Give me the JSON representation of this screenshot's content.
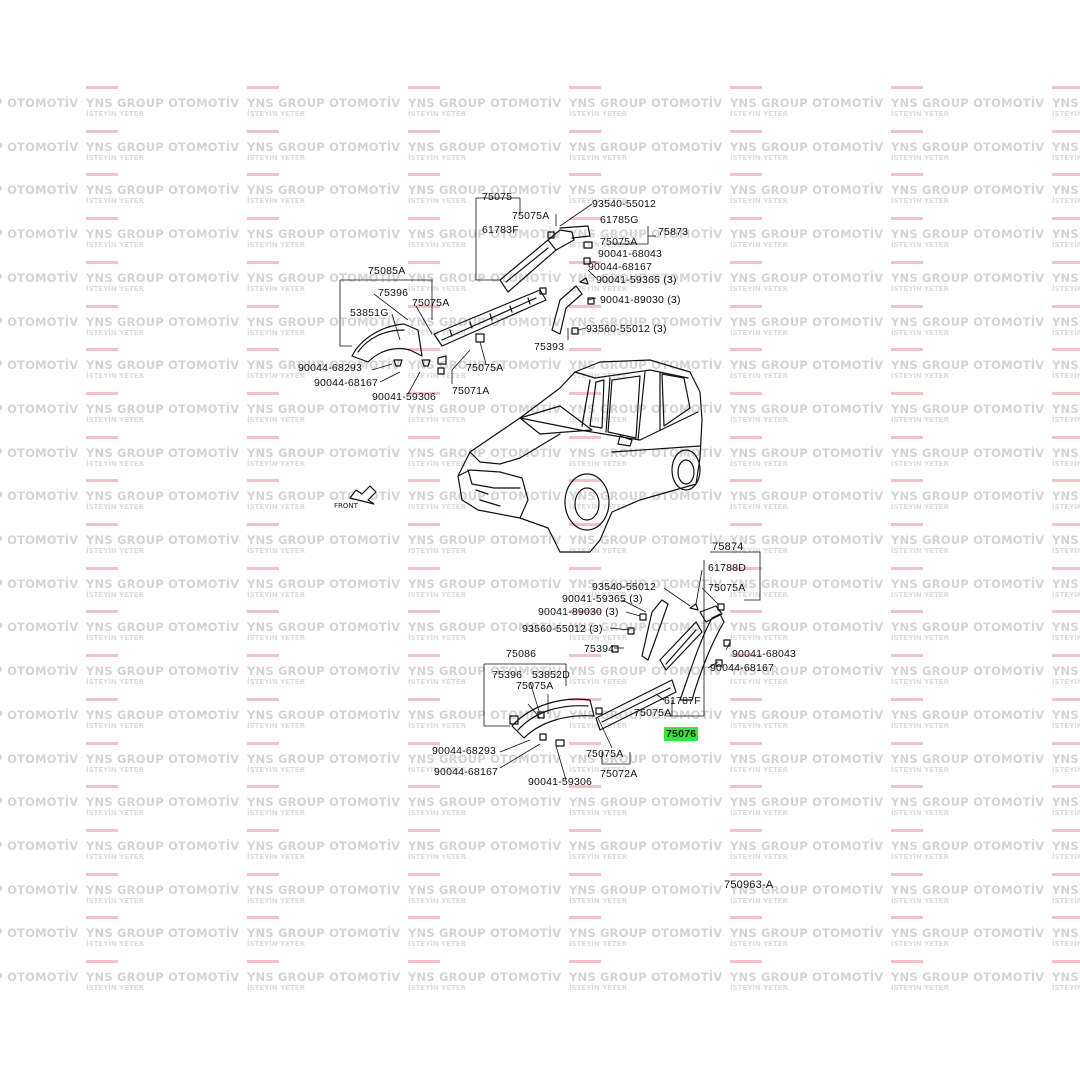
{
  "watermark": {
    "title": "YNS GROUP OTOMOTİV",
    "subtitle": "İSTEYİN YETER"
  },
  "front_label": "FRONT",
  "figure_code": "750963-A",
  "callouts": [
    {
      "id": "c1",
      "text": "75075"
    },
    {
      "id": "c2",
      "text": "75075A"
    },
    {
      "id": "c3",
      "text": "61783F"
    },
    {
      "id": "c4",
      "text": "93540-55012"
    },
    {
      "id": "c5",
      "text": "61785G"
    },
    {
      "id": "c6",
      "text": "75075A"
    },
    {
      "id": "c7",
      "text": "75873"
    },
    {
      "id": "c8",
      "text": "90041-68043"
    },
    {
      "id": "c9",
      "text": "90044-68167"
    },
    {
      "id": "c10",
      "text": "90041-59365 (3)"
    },
    {
      "id": "c11",
      "text": "90041-89030 (3)"
    },
    {
      "id": "c12",
      "text": "93560-55012 (3)"
    },
    {
      "id": "c13",
      "text": "75393"
    },
    {
      "id": "c14",
      "text": "75085A"
    },
    {
      "id": "c15",
      "text": "75396"
    },
    {
      "id": "c16",
      "text": "75075A"
    },
    {
      "id": "c17",
      "text": "53851G"
    },
    {
      "id": "c18",
      "text": "75075A"
    },
    {
      "id": "c19",
      "text": "90044-68293"
    },
    {
      "id": "c20",
      "text": "90044-68167"
    },
    {
      "id": "c21",
      "text": "75071A"
    },
    {
      "id": "c22",
      "text": "90041-59306"
    },
    {
      "id": "c23",
      "text": "75874"
    },
    {
      "id": "c24",
      "text": "61788D"
    },
    {
      "id": "c25",
      "text": "75075A"
    },
    {
      "id": "c26",
      "text": "93540-55012"
    },
    {
      "id": "c27",
      "text": "90041-59365 (3)"
    },
    {
      "id": "c28",
      "text": "90041-89030 (3)"
    },
    {
      "id": "c29",
      "text": "93560-55012 (3)"
    },
    {
      "id": "c30",
      "text": "75394"
    },
    {
      "id": "c31",
      "text": "90041-68043"
    },
    {
      "id": "c32",
      "text": "90044-68167"
    },
    {
      "id": "c33",
      "text": "75086"
    },
    {
      "id": "c34",
      "text": "75396"
    },
    {
      "id": "c35",
      "text": "53852D"
    },
    {
      "id": "c36",
      "text": "75075A"
    },
    {
      "id": "c37",
      "text": "61787F"
    },
    {
      "id": "c38",
      "text": "75075A"
    },
    {
      "id": "c39",
      "text": "75076"
    },
    {
      "id": "c40",
      "text": "90044-68293"
    },
    {
      "id": "c41",
      "text": "90044-68167"
    },
    {
      "id": "c42",
      "text": "90041-59306"
    },
    {
      "id": "c43",
      "text": "75075A"
    },
    {
      "id": "c44",
      "text": "75072A"
    }
  ]
}
